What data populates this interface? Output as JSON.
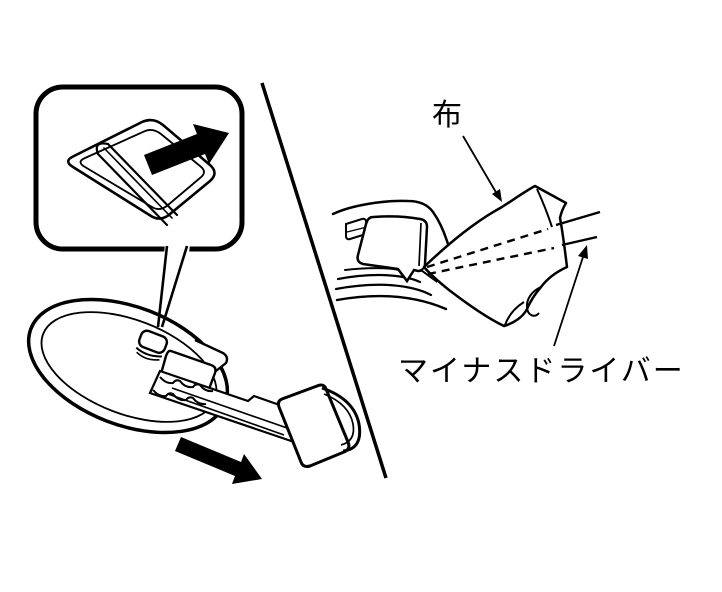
{
  "page": {
    "type": "owners-manual-illustration",
    "background": "#ffffff",
    "ink": "#000000"
  },
  "labels": {
    "cloth": "布",
    "screwdriver": "マイナスドライバー"
  },
  "icons": {
    "inset_slide_arrow": "filled-arrow-up-right",
    "key_pull_arrow": "filled-arrow-down-right",
    "cloth_leader_arrow": "thin-leader-arrow-down-left",
    "screwdriver_leader_arrow": "thin-leader-arrow-up-right"
  }
}
